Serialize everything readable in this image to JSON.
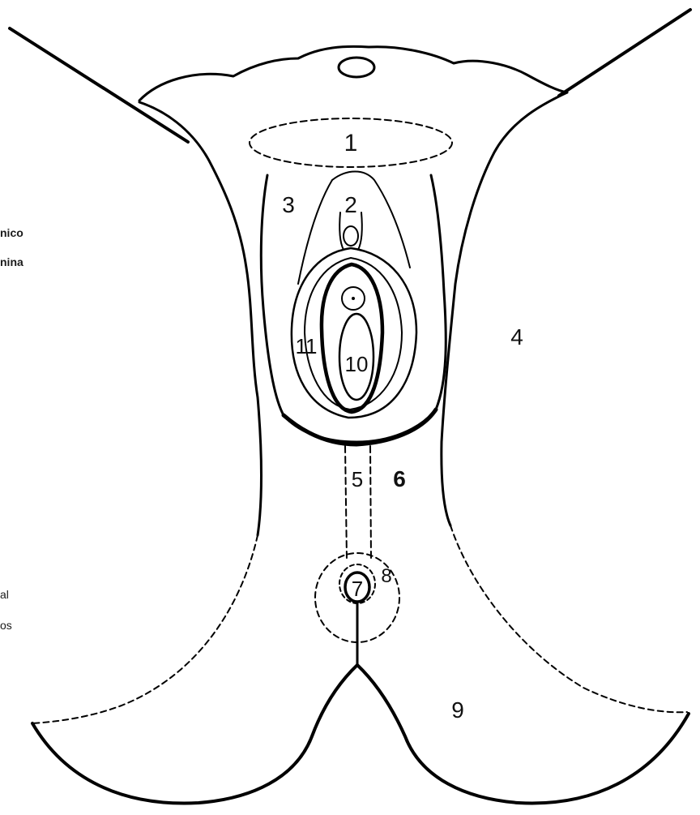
{
  "figure": {
    "stroke_color": "#000000",
    "background": "#ffffff"
  },
  "edge_text": {
    "line1": "nico",
    "line2": "nina",
    "line3": "al",
    "line4": "os"
  },
  "region_labels": {
    "r1": "1",
    "r2": "2",
    "r3": "3",
    "r4": "4",
    "r5": "5",
    "r6": "6",
    "r7": "7",
    "r8": "8",
    "r9": "9",
    "r10": "10",
    "r11": "11"
  }
}
